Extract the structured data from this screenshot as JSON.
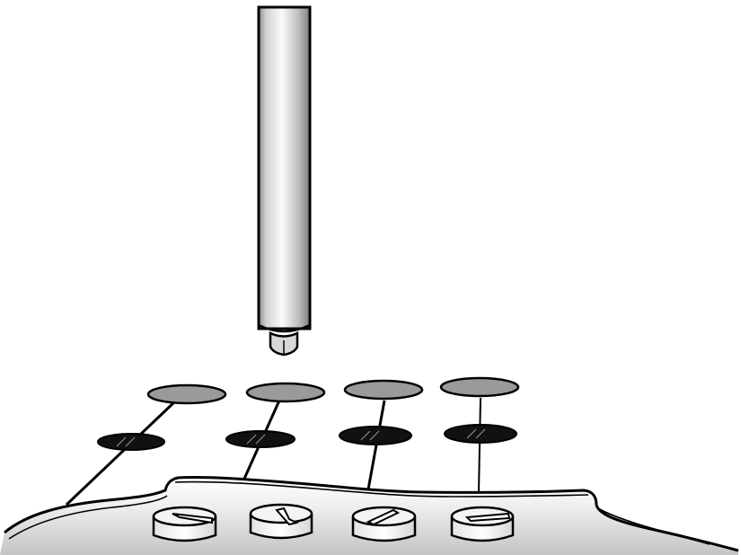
{
  "diagram": {
    "labels": [],
    "colors": {
      "background": "#ffffff",
      "outline": "#000000",
      "upper_pad": "#9a9a9a",
      "lower_pad": "#111111",
      "probe_light": "#fafafa",
      "probe_dark": "#8e8e8e",
      "board_light": "#ffffff",
      "board_shade": "#c8c8c8",
      "knob_fill": "#f4f4f4"
    },
    "counts": {
      "columns": 4
    },
    "components": [
      "probe",
      "upper-pads",
      "lower-pads",
      "leads",
      "base-board",
      "knobs"
    ]
  }
}
